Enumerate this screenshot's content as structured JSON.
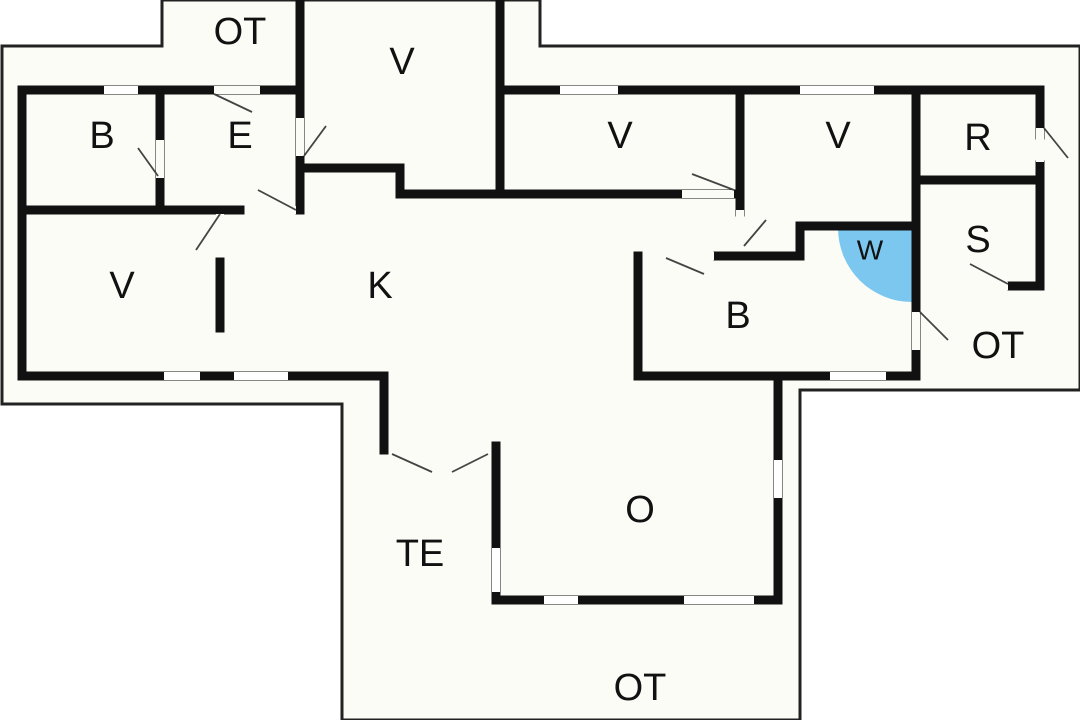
{
  "colors": {
    "background": "#ffffff",
    "floor": "#fcfcf7",
    "wall": "#111111",
    "outline": "#222222",
    "window": "#ffffff",
    "door_swing": "#444444",
    "whirlpool": "#7cc7f0"
  },
  "rooms": {
    "ot_top": "OT",
    "v_top": "V",
    "b_left": "B",
    "e": "E",
    "v_mid": "V",
    "v_right": "V",
    "r": "R",
    "w": "W",
    "s": "S",
    "v_left": "V",
    "k": "K",
    "b_bath": "B",
    "ot_right": "OT",
    "o": "O",
    "te": "TE",
    "ot_bottom": "OT"
  }
}
